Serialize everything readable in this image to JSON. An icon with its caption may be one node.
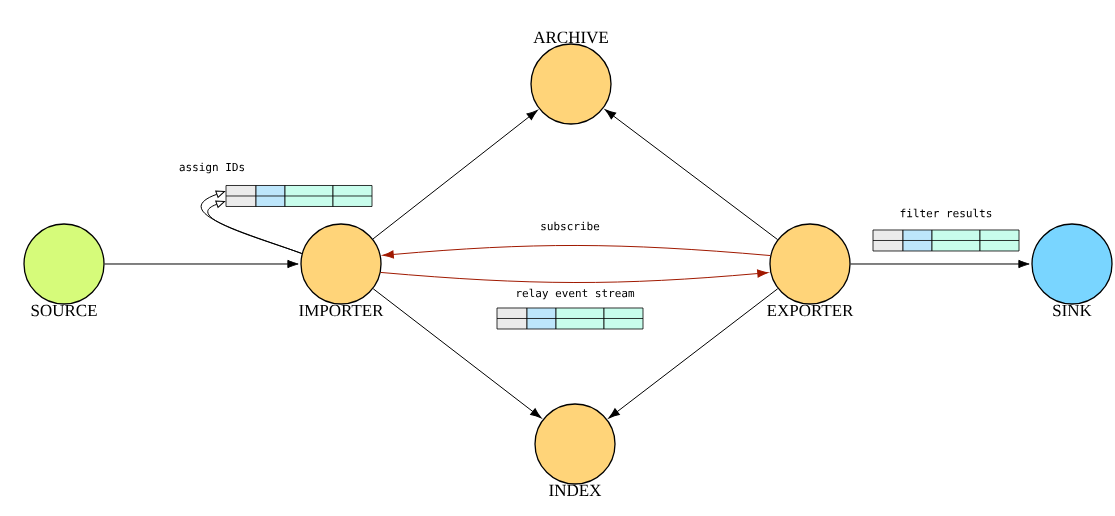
{
  "diagram": {
    "nodes": [
      {
        "text": [
          "ARCHIVE"
        ]
      },
      {
        "text": [],
        "shape": "box"
      },
      {
        "text": [
          "SOURCE"
        ]
      },
      {
        "text": [
          "IMPORTER"
        ]
      },
      {
        "text": [
          "EXPORTER"
        ]
      },
      {
        "text": [
          "SINK"
        ]
      },
      {
        "text": [
          "INDEX"
        ]
      }
    ],
    "edges": [
      {
        "from": 2,
        "to": 3,
        "arrow": "to"
      },
      {
        "from": 3,
        "to": 0,
        "arrow": "to"
      },
      {
        "from": 3,
        "to": 6,
        "arrow": "to"
      },
      {
        "from": 4,
        "to": 0,
        "arrow": "to"
      },
      {
        "from": 4,
        "to": 6,
        "arrow": "to"
      },
      {
        "from": 3,
        "to": 1,
        "arrow": "to",
        "label": "assign IDs"
      },
      {
        "from": 3,
        "to": 1,
        "arrow": "to"
      },
      {
        "from": 4,
        "to": 3,
        "arrow": "to",
        "label": "subscribe",
        "color": "#a01800"
      },
      {
        "from": 3,
        "to": 4,
        "arrow": "to",
        "label": "relay event stream",
        "color": "#a01800"
      },
      {
        "from": 4,
        "to": 5,
        "arrow": "to",
        "label": "filter results"
      }
    ]
  }
}
